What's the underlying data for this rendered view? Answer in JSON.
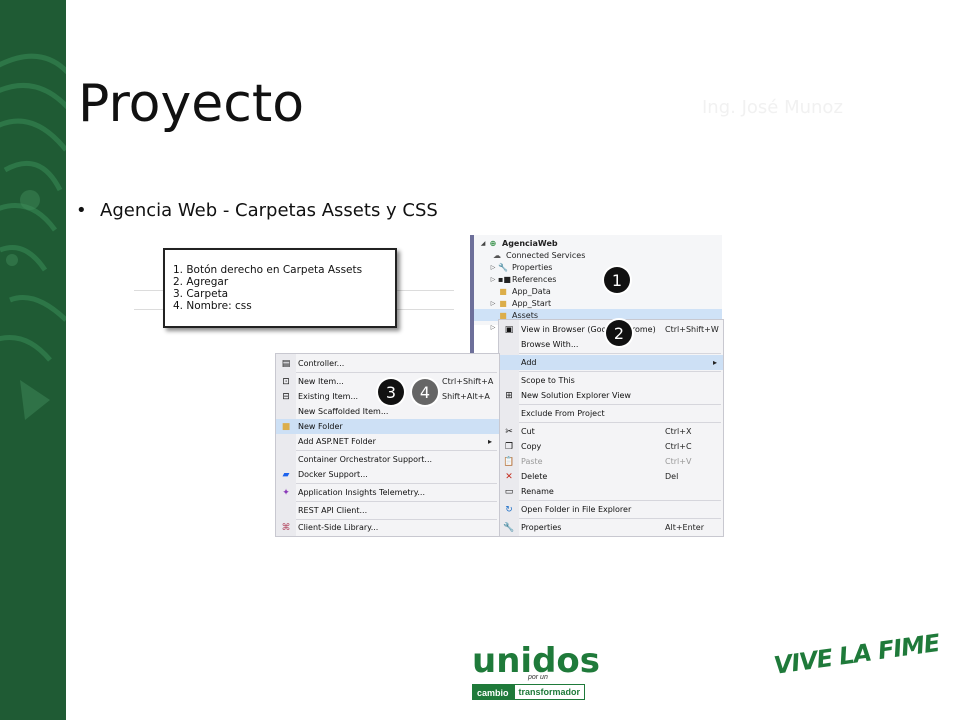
{
  "slide": {
    "title": "Proyecto",
    "author": "Ing. José Munoz",
    "bullet": "Agencia Web - Carpetas Assets y CSS"
  },
  "note": {
    "lines": [
      "1. Botón derecho en Carpeta Assets",
      "2. Agregar",
      "3. Carpeta",
      "4. Nombre: css"
    ]
  },
  "solution_tree": {
    "items": [
      {
        "label": "AgenciaWeb",
        "icon": "project-icon",
        "expander": "◢"
      },
      {
        "label": "Connected Services",
        "icon": "connected-services-icon",
        "expander": ""
      },
      {
        "label": "Properties",
        "icon": "wrench-icon",
        "expander": "▷"
      },
      {
        "label": "References",
        "icon": "references-icon",
        "expander": "▷"
      },
      {
        "label": "App_Data",
        "icon": "folder-icon",
        "expander": ""
      },
      {
        "label": "App_Start",
        "icon": "folder-icon",
        "expander": "▷"
      },
      {
        "label": "Assets",
        "icon": "folder-icon",
        "expander": ""
      }
    ]
  },
  "context_menu": {
    "items": [
      {
        "label": "View in Browser (Google Chrome)",
        "shortcut": "Ctrl+Shift+W",
        "icon": "browser-icon"
      },
      {
        "label": "Browse With...",
        "shortcut": "",
        "icon": ""
      },
      {
        "label": "Add",
        "shortcut": "",
        "icon": "",
        "submenu": "▸"
      },
      {
        "label": "Scope to This",
        "shortcut": "",
        "icon": ""
      },
      {
        "label": "New Solution Explorer View",
        "shortcut": "",
        "icon": "new-view-icon"
      },
      {
        "label": "Exclude From Project",
        "shortcut": "",
        "icon": ""
      },
      {
        "label": "Cut",
        "shortcut": "Ctrl+X",
        "icon": "cut-icon"
      },
      {
        "label": "Copy",
        "shortcut": "Ctrl+C",
        "icon": "copy-icon"
      },
      {
        "label": "Paste",
        "shortcut": "Ctrl+V",
        "icon": "paste-icon"
      },
      {
        "label": "Delete",
        "shortcut": "Del",
        "icon": "delete-icon"
      },
      {
        "label": "Rename",
        "shortcut": "",
        "icon": "rename-icon"
      },
      {
        "label": "Open Folder in File Explorer",
        "shortcut": "",
        "icon": "refresh-icon"
      },
      {
        "label": "Properties",
        "shortcut": "Alt+Enter",
        "icon": "wrench-icon"
      }
    ]
  },
  "add_submenu": {
    "items": [
      {
        "label": "Controller...",
        "shortcut": "",
        "icon": "controller-icon"
      },
      {
        "label": "New Item...",
        "shortcut": "Ctrl+Shift+A",
        "icon": "new-item-icon"
      },
      {
        "label": "Existing Item...",
        "shortcut": "Shift+Alt+A",
        "icon": "existing-item-icon"
      },
      {
        "label": "New Scaffolded Item...",
        "shortcut": "",
        "icon": ""
      },
      {
        "label": "New Folder",
        "shortcut": "",
        "icon": "folder-icon"
      },
      {
        "label": "Add ASP.NET Folder",
        "shortcut": "",
        "icon": "",
        "submenu": "▸"
      },
      {
        "label": "Container Orchestrator Support...",
        "shortcut": "",
        "icon": ""
      },
      {
        "label": "Docker Support...",
        "shortcut": "",
        "icon": "docker-icon"
      },
      {
        "label": "Application Insights Telemetry...",
        "shortcut": "",
        "icon": "insights-icon"
      },
      {
        "label": "REST API Client...",
        "shortcut": "",
        "icon": ""
      },
      {
        "label": "Client-Side Library...",
        "shortcut": "",
        "icon": "library-icon"
      }
    ]
  },
  "badges": [
    "1",
    "2",
    "3",
    "4"
  ],
  "logos": {
    "unidos_main": "unidos",
    "unidos_small": "por un",
    "unidos_left": "cambio",
    "unidos_right": "transformador",
    "fime": "VIVE LA FIME"
  },
  "colors": {
    "sidebar": "#1f5b34",
    "brand_green": "#1f7a3a",
    "menu_highlight": "#cde0f5"
  }
}
